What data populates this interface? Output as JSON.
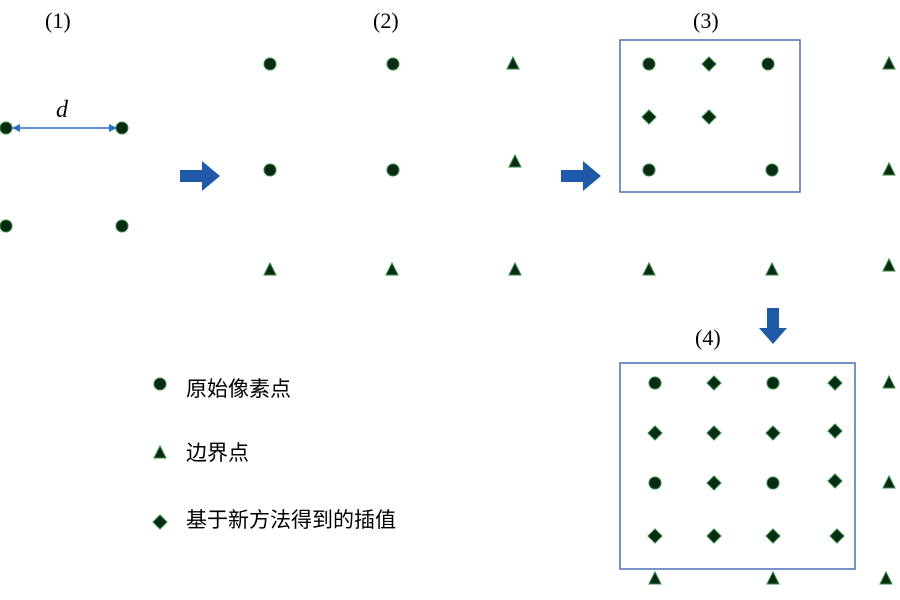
{
  "panels": {
    "p1": "(1)",
    "p2": "(2)",
    "p3": "(3)",
    "p4": "(4)"
  },
  "distance_label": "d",
  "legend": {
    "original": "原始像素点",
    "boundary": "边界点",
    "interpolated": "基于新方法得到的插值"
  },
  "colors": {
    "marker_fill": "#0b2a14",
    "marker_stroke": "#2e8b40",
    "arrow": "#1f5aa8",
    "box_border": "#4a6fb8",
    "measure_line": "#2a6fc9"
  }
}
